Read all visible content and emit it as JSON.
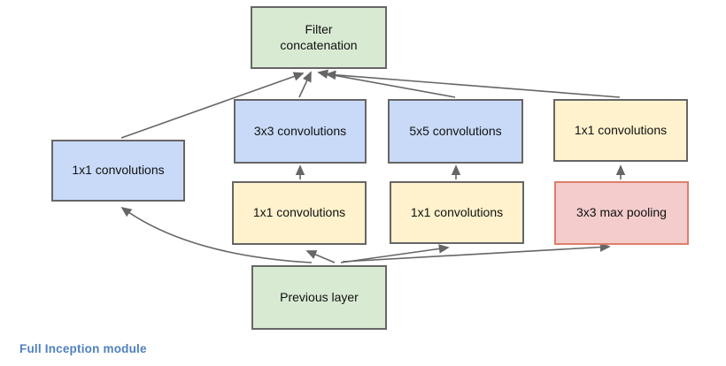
{
  "caption": "Full Inception module",
  "nodes": {
    "filter_concat": {
      "label": "Filter concatenation",
      "color": "#d9ead3"
    },
    "conv1x1_left": {
      "label": "1x1 convolutions",
      "color": "#c9daf8"
    },
    "conv3x3": {
      "label": "3x3 convolutions",
      "color": "#c9daf8"
    },
    "conv5x5": {
      "label": "5x5 convolutions",
      "color": "#c9daf8"
    },
    "conv1x1_right": {
      "label": "1x1 convolutions",
      "color": "#fff2cc"
    },
    "conv1x1_reduce_a": {
      "label": "1x1 convolutions",
      "color": "#fff2cc"
    },
    "conv1x1_reduce_b": {
      "label": "1x1 convolutions",
      "color": "#fff2cc"
    },
    "maxpool": {
      "label": "3x3 max pooling",
      "color": "#f4cccc"
    },
    "previous": {
      "label": "Previous layer",
      "color": "#d9ead3"
    }
  },
  "edges": [
    {
      "from": "previous",
      "to": "conv1x1_left"
    },
    {
      "from": "previous",
      "to": "conv1x1_reduce_a"
    },
    {
      "from": "previous",
      "to": "conv1x1_reduce_b"
    },
    {
      "from": "previous",
      "to": "maxpool"
    },
    {
      "from": "conv1x1_reduce_a",
      "to": "conv3x3"
    },
    {
      "from": "conv1x1_reduce_b",
      "to": "conv5x5"
    },
    {
      "from": "maxpool",
      "to": "conv1x1_right"
    },
    {
      "from": "conv1x1_left",
      "to": "filter_concat"
    },
    {
      "from": "conv3x3",
      "to": "filter_concat"
    },
    {
      "from": "conv5x5",
      "to": "filter_concat"
    },
    {
      "from": "conv1x1_right",
      "to": "filter_concat"
    }
  ],
  "colors": {
    "green_fill": "#d9ead3",
    "blue_fill": "#c9daf8",
    "yellow_fill": "#fff2cc",
    "red_fill": "#f4cccc",
    "gray_border": "#666666",
    "red_border": "#dd7e6b",
    "arrow": "#666666",
    "caption_text": "#4f81bd"
  }
}
